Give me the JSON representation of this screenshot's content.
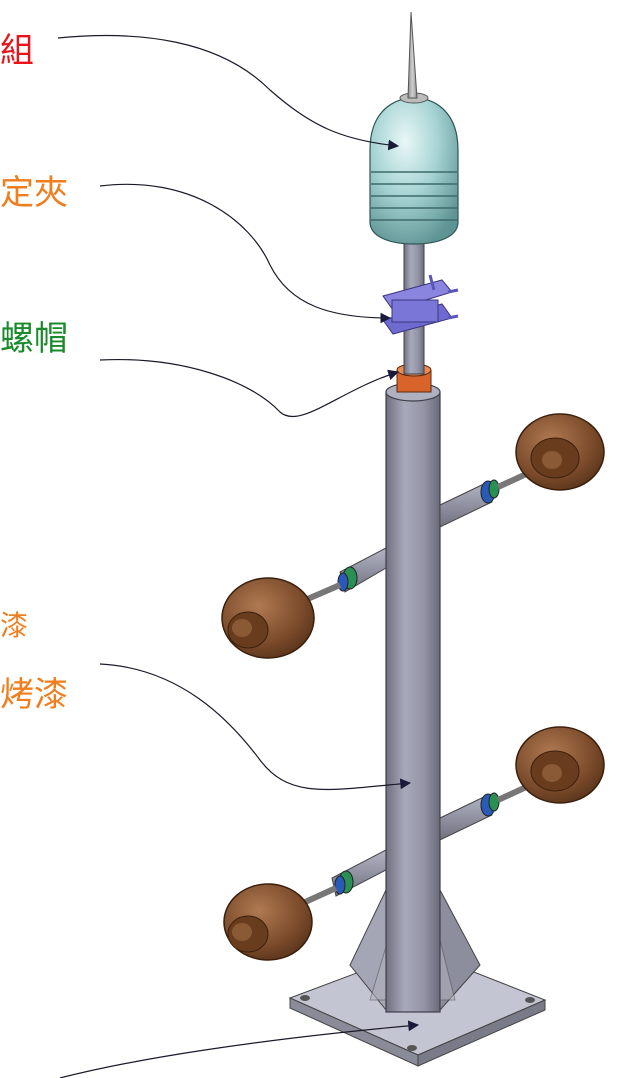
{
  "labels": {
    "assembly": {
      "text": "組",
      "color": "#e8141a"
    },
    "clamp": {
      "text": "定夾",
      "color": "#f07d1e"
    },
    "nut": {
      "text": "螺帽",
      "color": "#1a8a2a"
    },
    "paint_line1": {
      "text": "漆",
      "color": "#f07d1e"
    },
    "paint_line2": {
      "text": "烤漆",
      "color": "#f07d1e"
    }
  },
  "colors": {
    "pole": "#9e9fb0",
    "pole_shadow": "#6f7080",
    "head": "#a9d4d4",
    "spike": "#b3b3b3",
    "clamp": "#6f6ad0",
    "nut": "#d8642c",
    "insulator": "#7a4a2a",
    "ring_green": "#2a8f52",
    "ring_blue": "#2a5ab8",
    "base": "#b8b9c6",
    "leader": "#1a1a2a"
  }
}
